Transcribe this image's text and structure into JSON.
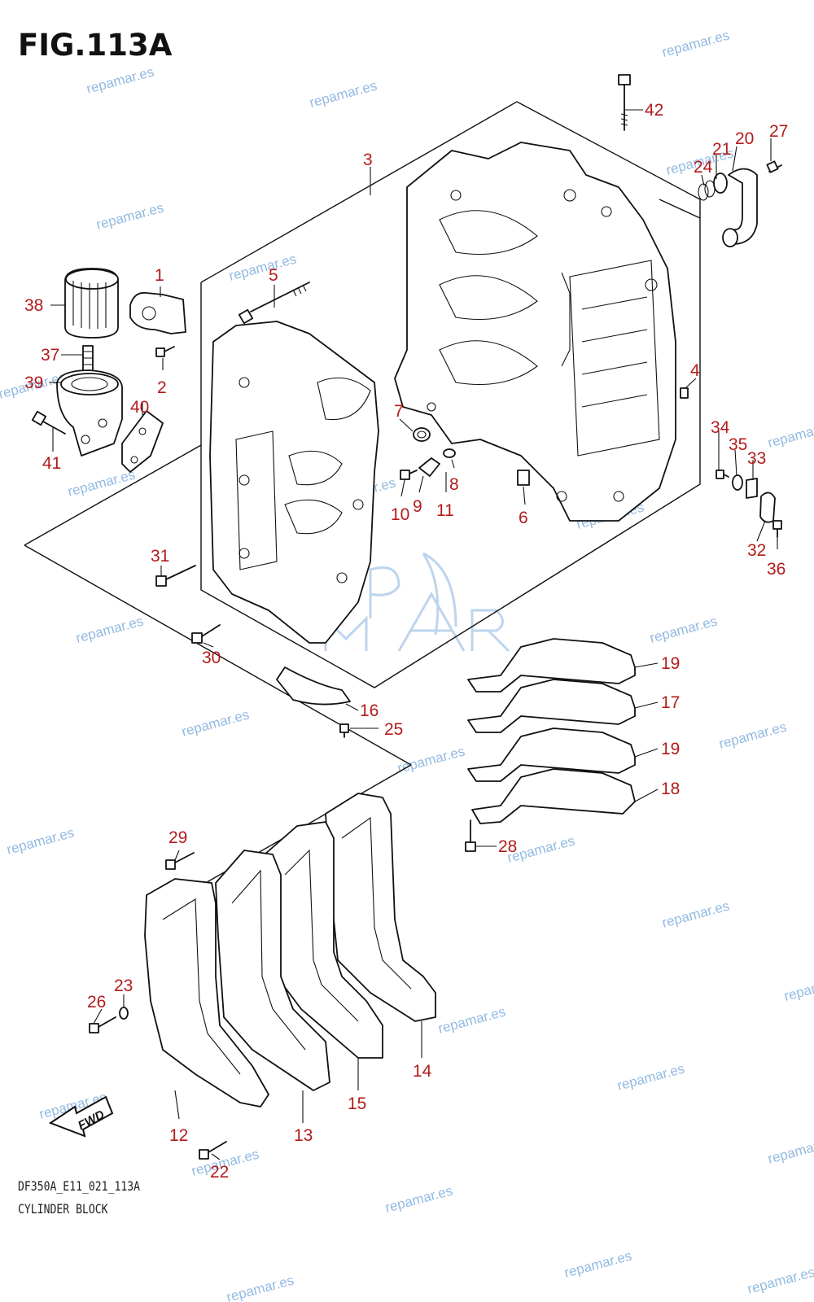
{
  "figure": {
    "title": "FIG.113A",
    "footer_code": "DF350A_E11_021_113A",
    "footer_name": "CYLINDER BLOCK",
    "fwd_label": "FWD"
  },
  "watermark": {
    "text": "repamar.es",
    "color": "#6fa3d8"
  },
  "accent_color": "#b31b1b",
  "callouts": [
    {
      "id": "42",
      "text": "42"
    },
    {
      "id": "3",
      "text": "3"
    },
    {
      "id": "27",
      "text": "27"
    },
    {
      "id": "20",
      "text": "20"
    },
    {
      "id": "21",
      "text": "21"
    },
    {
      "id": "24",
      "text": "24"
    },
    {
      "id": "1",
      "text": "1"
    },
    {
      "id": "5",
      "text": "5"
    },
    {
      "id": "38",
      "text": "38"
    },
    {
      "id": "37",
      "text": "37"
    },
    {
      "id": "39",
      "text": "39"
    },
    {
      "id": "2",
      "text": "2"
    },
    {
      "id": "40",
      "text": "40"
    },
    {
      "id": "41",
      "text": "41"
    },
    {
      "id": "4",
      "text": "4"
    },
    {
      "id": "7",
      "text": "7"
    },
    {
      "id": "34",
      "text": "34"
    },
    {
      "id": "35",
      "text": "35"
    },
    {
      "id": "33",
      "text": "33"
    },
    {
      "id": "8",
      "text": "8"
    },
    {
      "id": "10",
      "text": "10"
    },
    {
      "id": "9",
      "text": "9"
    },
    {
      "id": "11",
      "text": "11"
    },
    {
      "id": "6",
      "text": "6"
    },
    {
      "id": "32",
      "text": "32"
    },
    {
      "id": "36",
      "text": "36"
    },
    {
      "id": "31",
      "text": "31"
    },
    {
      "id": "30",
      "text": "30"
    },
    {
      "id": "19a",
      "text": "19"
    },
    {
      "id": "17",
      "text": "17"
    },
    {
      "id": "16",
      "text": "16"
    },
    {
      "id": "25",
      "text": "25"
    },
    {
      "id": "19b",
      "text": "19"
    },
    {
      "id": "18",
      "text": "18"
    },
    {
      "id": "28",
      "text": "28"
    },
    {
      "id": "29",
      "text": "29"
    },
    {
      "id": "26",
      "text": "26"
    },
    {
      "id": "23",
      "text": "23"
    },
    {
      "id": "14",
      "text": "14"
    },
    {
      "id": "15",
      "text": "15"
    },
    {
      "id": "12",
      "text": "12"
    },
    {
      "id": "13",
      "text": "13"
    },
    {
      "id": "22",
      "text": "22"
    }
  ]
}
